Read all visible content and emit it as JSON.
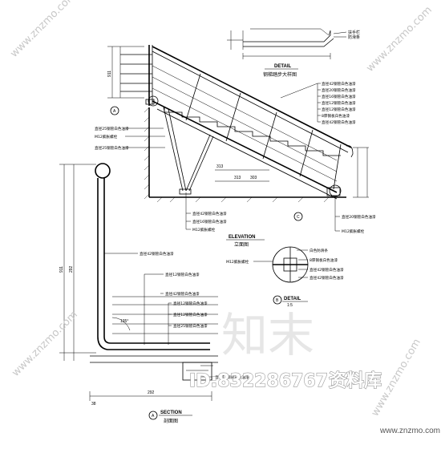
{
  "drawings": {
    "detail_top": {
      "title": "DETAIL",
      "subtitle": "钢梯踏步大样图",
      "callout_1": "扶手栏",
      "callout_2": "防滑条"
    },
    "elevation": {
      "title": "ELEVATION",
      "subtitle": "立面图",
      "callouts": [
        "直径42钢管白色油漆",
        "直径20钢管白色油漆",
        "直径16钢管白色油漆",
        "直径12钢管白色油漆",
        "直径12钢管白色油漆",
        "8厚钢板白色油漆",
        "直径42钢管白色油漆",
        "直径25钢管白色油漆",
        "M12膨胀螺栓",
        "直径25钢管白色油漆",
        "直径42钢管白色油漆",
        "直径16钢管白色油漆",
        "M12膨胀螺栓",
        "直径20钢管白色油漆",
        "M12膨胀螺栓"
      ],
      "marker_a": "A",
      "marker_b": "B",
      "marker_c": "C"
    },
    "detail_b": {
      "title": "DETAIL",
      "scale": "1:5",
      "callouts": [
        "M12膨胀螺栓",
        "8厚钢板白色油漆",
        "直径42钢管白色油漆",
        "白色防滑条"
      ],
      "marker": "B"
    },
    "section": {
      "title": "SECTION",
      "subtitle": "剖面图",
      "marker": "A",
      "callouts": [
        "直径42钢管白色油漆",
        "直径12钢管白色油漆",
        "直径42钢管白色油漆",
        "直径12钢管白色油漆",
        "直径12钢管白色油漆",
        "直径25钢管白色油漆",
        "直径12钢管白色油漆"
      ],
      "angle_label": "135°"
    },
    "dims": {
      "left_total": "911",
      "top_left": "911",
      "elev_1": "313",
      "elev_2": "313",
      "elev_3": "303",
      "sec_1": "292",
      "sec_2": "38"
    }
  },
  "watermarks": {
    "site": "www.znzmo.com",
    "brand": "知末",
    "brand_suffix": "资料库",
    "id": "ID:832286767",
    "corner_site": "www.znzmo.com"
  }
}
